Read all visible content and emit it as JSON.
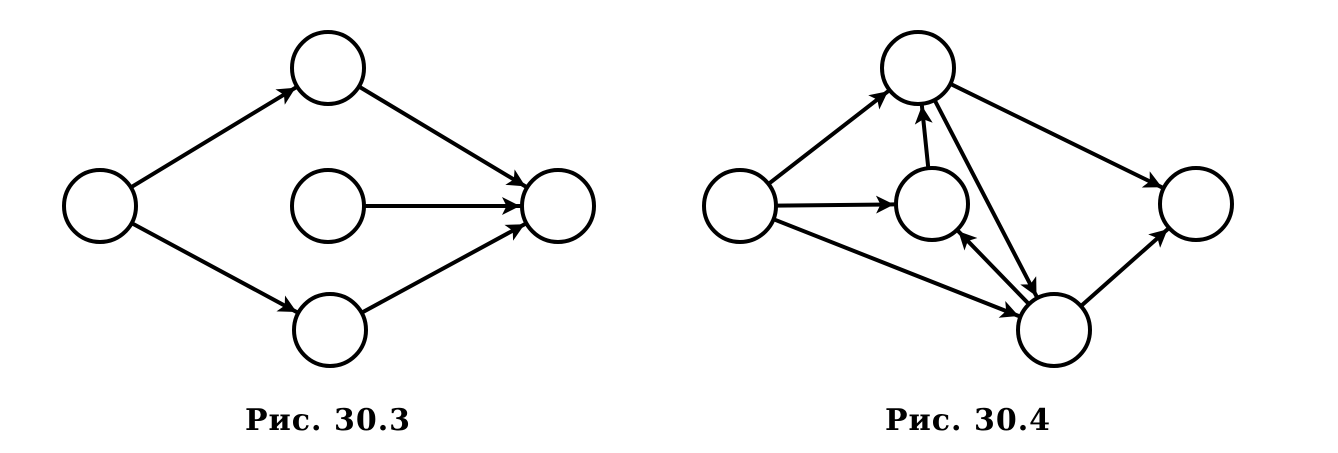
{
  "colors": {
    "stroke": "#000000",
    "node_fill": "#ffffff",
    "background": "#ffffff"
  },
  "figures": [
    {
      "id": "fig-30-3",
      "caption": "Рис. 30.3",
      "nodes": [
        "n1",
        "n2",
        "n3",
        "n4",
        "n5"
      ],
      "edges": [
        {
          "from": "n1",
          "to": "n2",
          "directed": true
        },
        {
          "from": "n1",
          "to": "n4",
          "directed": true
        },
        {
          "from": "n2",
          "to": "n5",
          "directed": true
        },
        {
          "from": "n3",
          "to": "n5",
          "directed": true
        },
        {
          "from": "n4",
          "to": "n5",
          "directed": true
        }
      ]
    },
    {
      "id": "fig-30-4",
      "caption": "Рис. 30.4",
      "nodes": [
        "m1",
        "m2",
        "m3",
        "m4",
        "m5"
      ],
      "edges": [
        {
          "from": "m1",
          "to": "m2",
          "directed": true
        },
        {
          "from": "m1",
          "to": "m3",
          "directed": true
        },
        {
          "from": "m1",
          "to": "m4",
          "directed": true
        },
        {
          "from": "m3",
          "to": "m2",
          "directed": true
        },
        {
          "from": "m2",
          "to": "m4",
          "directed": true
        },
        {
          "from": "m4",
          "to": "m3",
          "directed": true
        },
        {
          "from": "m2",
          "to": "m5",
          "directed": true
        },
        {
          "from": "m4",
          "to": "m5",
          "directed": true
        }
      ]
    }
  ]
}
